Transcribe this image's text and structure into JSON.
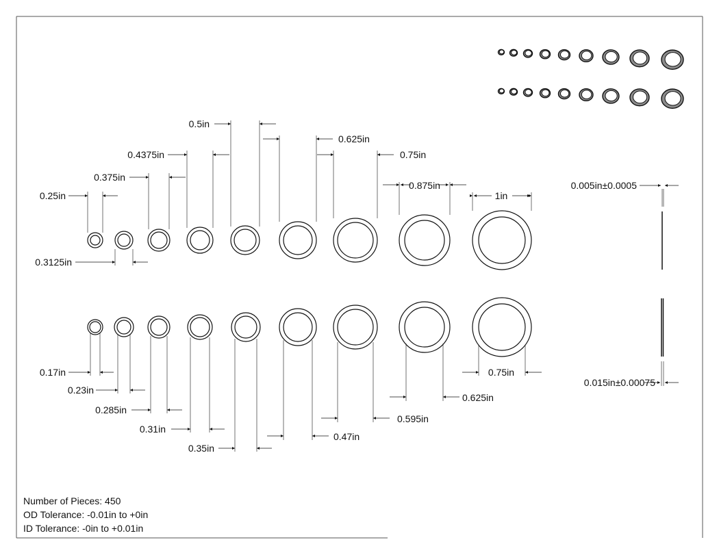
{
  "colors": {
    "line": "#111111",
    "ring_fill": "#8c8c8c",
    "background": "#ffffff",
    "border": "#555555"
  },
  "top_row": {
    "od_labels": [
      "0.25in",
      "0.375in",
      "0.4375in",
      "0.5in",
      "0.625in",
      "0.75in",
      "0.875in",
      "1in"
    ],
    "extra_label": "0.3125in"
  },
  "bottom_row": {
    "id_labels": [
      "0.17in",
      "0.23in",
      "0.285in",
      "0.31in",
      "0.35in",
      "0.47in",
      "0.595in",
      "0.625in",
      "0.75in"
    ]
  },
  "thickness": {
    "top_label": "0.005in±0.0005",
    "bottom_label": "0.015in±0.00075"
  },
  "notes": {
    "pieces": "Number of Pieces: 450",
    "od_tolerance": "OD Tolerance: -0.01in to +0in",
    "id_tolerance": "ID Tolerance: -0in to +0.01in"
  }
}
